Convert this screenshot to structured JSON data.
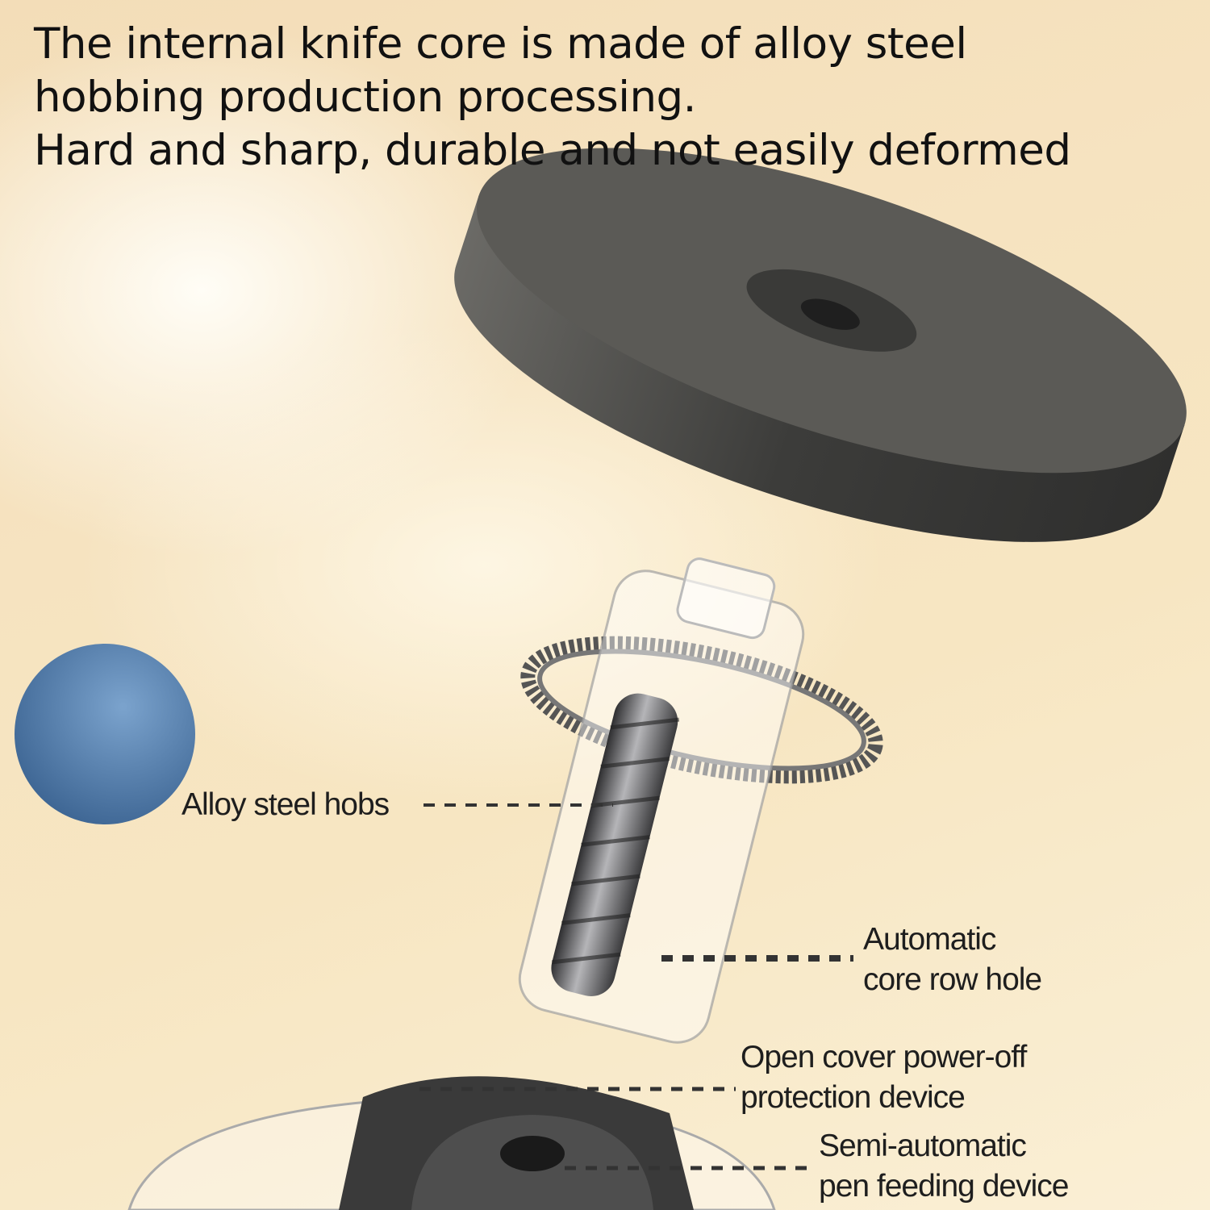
{
  "headline": {
    "lines": [
      "The internal knife core is made of alloy steel",
      "hobbing production processing.",
      "Hard and sharp, durable and not easily deformed"
    ]
  },
  "callouts": [
    {
      "lines": [
        "Alloy steel hobs"
      ]
    },
    {
      "lines": [
        "Automatic",
        "core row hole"
      ]
    },
    {
      "lines": [
        "Open cover power-off",
        "protection device"
      ]
    },
    {
      "lines": [
        "Semi-automatic",
        "pen feeding device"
      ]
    }
  ],
  "colors": {
    "lid": "#4a4a48",
    "ball": "#5a86b5",
    "text": "#111111"
  }
}
